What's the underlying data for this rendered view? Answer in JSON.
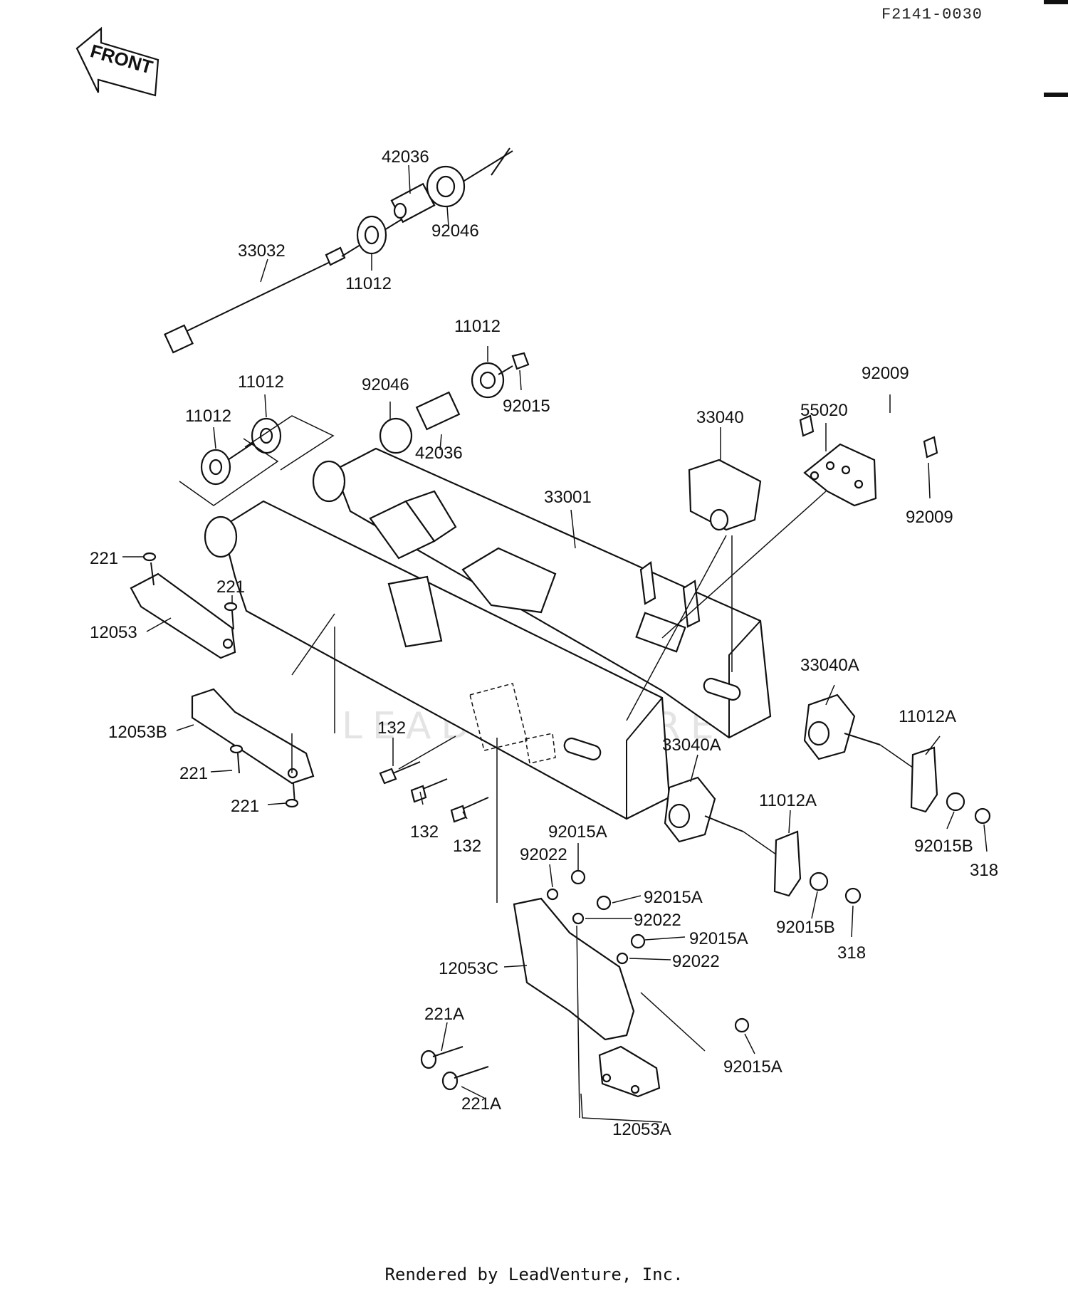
{
  "header": {
    "reference_code": "F2141-0030",
    "front_label": "FRONT"
  },
  "footer": {
    "credit": "Rendered by LeadVenture, Inc."
  },
  "watermark": {
    "text": "LEADVENTURE"
  },
  "callouts": {
    "c1": "42036",
    "c2": "92046",
    "c3": "33032",
    "c4": "11012",
    "c5": "11012",
    "c6": "92015",
    "c7": "92046",
    "c8": "42036",
    "c9": "11012",
    "c10": "11012",
    "c11": "33040",
    "c12": "55020",
    "c13": "92009",
    "c14": "92009",
    "c15": "33001",
    "c16": "221",
    "c17": "221",
    "c18": "12053",
    "c19": "12053B",
    "c20": "221",
    "c21": "221",
    "c22": "132",
    "c23": "132",
    "c24": "132",
    "c25": "33040A",
    "c26": "11012A",
    "c27": "33040A",
    "c28": "11012A",
    "c29": "92015B",
    "c30": "318",
    "c31": "92015B",
    "c32": "318",
    "c33": "92015A",
    "c34": "92022",
    "c35": "92015A",
    "c36": "92022",
    "c37": "92015A",
    "c38": "92022",
    "c39": "12053C",
    "c40": "221A",
    "c41": "221A",
    "c42": "92015A",
    "c43": "12053A"
  }
}
